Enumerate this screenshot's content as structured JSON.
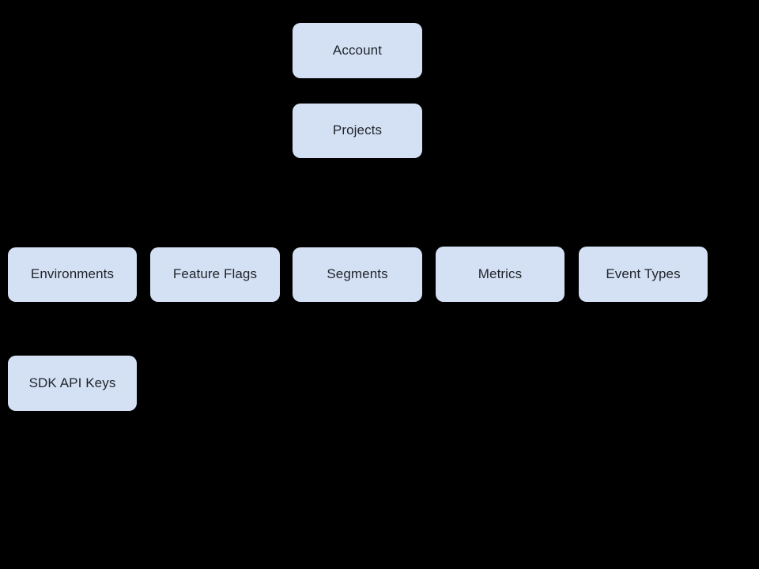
{
  "diagram": {
    "background_color": "#000000",
    "node_fill_color": "#d4e1f5",
    "node_text_color": "#1f2329",
    "nodes": [
      {
        "id": "account",
        "label": "Account"
      },
      {
        "id": "projects",
        "label": "Projects"
      },
      {
        "id": "environments",
        "label": "Environments"
      },
      {
        "id": "feature-flags",
        "label": "Feature Flags"
      },
      {
        "id": "segments",
        "label": "Segments"
      },
      {
        "id": "metrics",
        "label": "Metrics"
      },
      {
        "id": "event-types",
        "label": "Event Types"
      },
      {
        "id": "sdk-api-keys",
        "label": "SDK API Keys"
      }
    ]
  }
}
